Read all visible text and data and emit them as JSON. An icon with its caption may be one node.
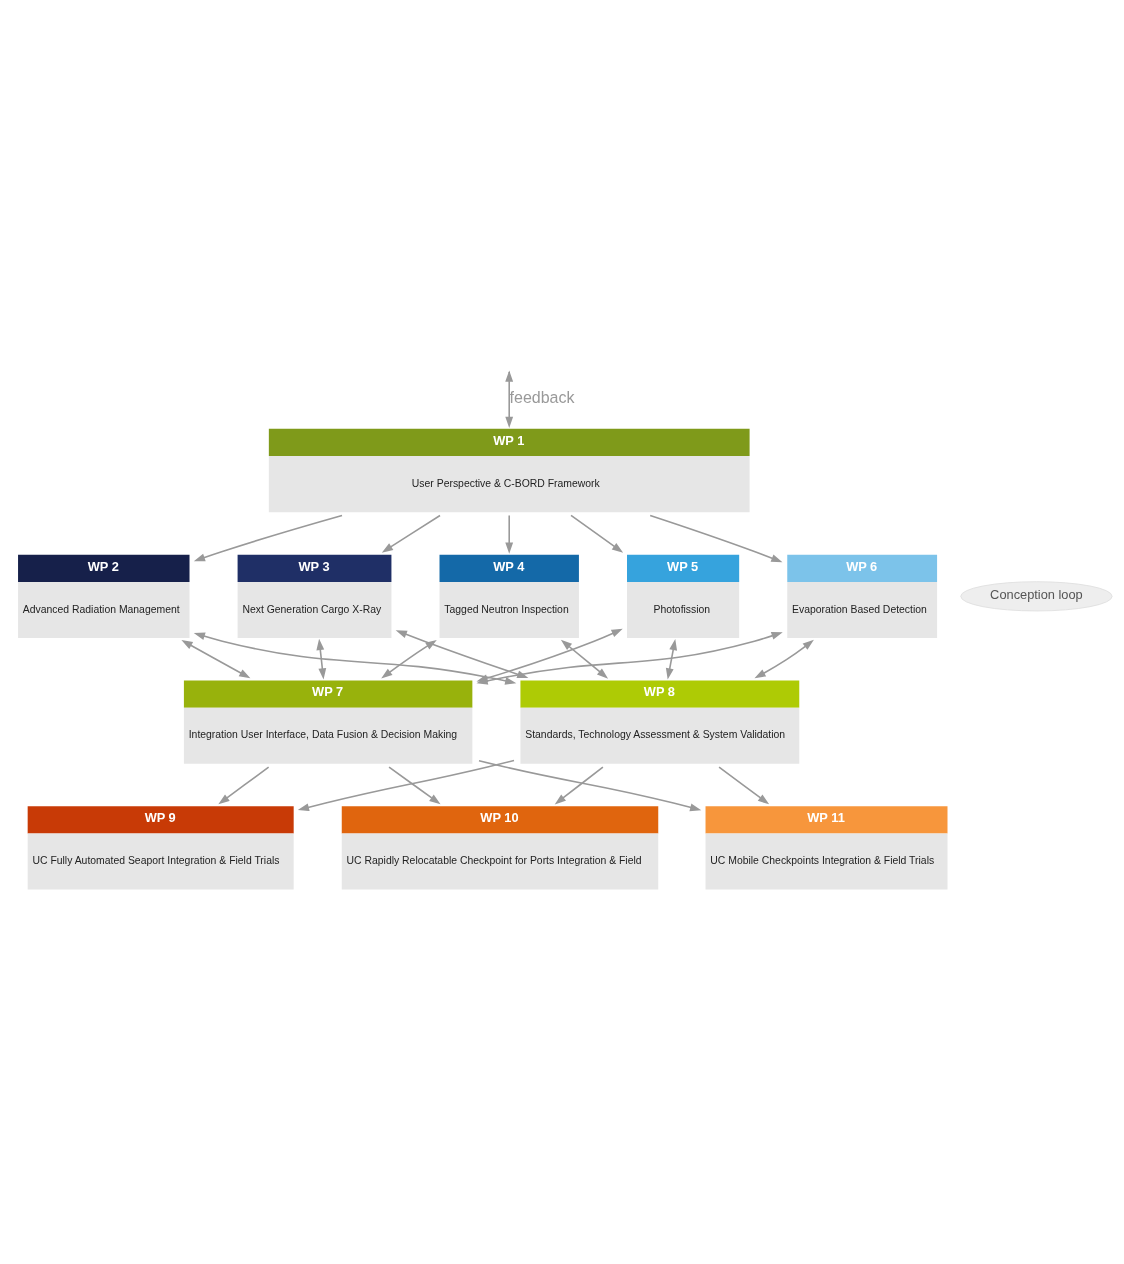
{
  "diagram": {
    "nodes": [
      {
        "text": [
          "WP 1",
          "User Perspective & C-BORD Framework"
        ]
      },
      {
        "text": [
          "WP 2",
          "Advanced Radiation Management"
        ]
      },
      {
        "text": [
          "WP 3",
          "Next Generation Cargo X-Ray"
        ]
      },
      {
        "text": [
          "WP 4",
          "Tagged Neutron Inspection"
        ]
      },
      {
        "text": [
          "WP 5",
          "Photofission"
        ]
      },
      {
        "text": [
          "WP 6",
          "Evaporation Based Detection"
        ]
      },
      {
        "text": [
          "WP 7",
          "Integration User Interface, Data Fusion & Decision Making"
        ]
      },
      {
        "text": [
          "WP 8",
          "Standards, Technology Assessment & System Validation"
        ]
      },
      {
        "text": [
          "WP 9",
          "UC Fully Automated Seaport Integration & Field Trials"
        ]
      },
      {
        "text": [
          "WP 10",
          "UC Rapidly Relocatable Checkpoint for Ports Integration & Field"
        ]
      },
      {
        "text": [
          "WP 11",
          "UC Mobile Checkpoints Integration & Field Trials"
        ]
      },
      {
        "text": [
          "Conception loop"
        ]
      }
    ],
    "edges": [
      {
        "from": 0,
        "to": 1,
        "arrow": "to"
      },
      {
        "from": 0,
        "to": 2,
        "arrow": "to"
      },
      {
        "from": 0,
        "to": 3,
        "arrow": "to"
      },
      {
        "from": 0,
        "to": 4,
        "arrow": "to"
      },
      {
        "from": 0,
        "to": 5,
        "arrow": "to"
      },
      {
        "from": 1,
        "to": 6,
        "arrow": "both"
      },
      {
        "from": 2,
        "to": 6,
        "arrow": "both"
      },
      {
        "from": 3,
        "to": 6,
        "arrow": "both"
      },
      {
        "from": 4,
        "to": 7,
        "arrow": "both"
      },
      {
        "from": 5,
        "to": 7,
        "arrow": "both"
      },
      {
        "from": 1,
        "to": 7,
        "arrow": "both"
      },
      {
        "from": 2,
        "to": 7,
        "arrow": "both"
      },
      {
        "from": 3,
        "to": 7,
        "arrow": "both"
      },
      {
        "from": 4,
        "to": 6,
        "arrow": "both"
      },
      {
        "from": 5,
        "to": 6,
        "arrow": "both"
      },
      {
        "from": 6,
        "to": 8,
        "arrow": "to"
      },
      {
        "from": 6,
        "to": 9,
        "arrow": "to"
      },
      {
        "from": 6,
        "to": 10,
        "arrow": "to"
      },
      {
        "from": 7,
        "to": 8,
        "arrow": "to"
      },
      {
        "from": 7,
        "to": 9,
        "arrow": "to"
      },
      {
        "from": 7,
        "to": 10,
        "arrow": "to"
      },
      {
        "from": null,
        "to": 0,
        "arrow": "both",
        "label": "feedback"
      }
    ]
  }
}
